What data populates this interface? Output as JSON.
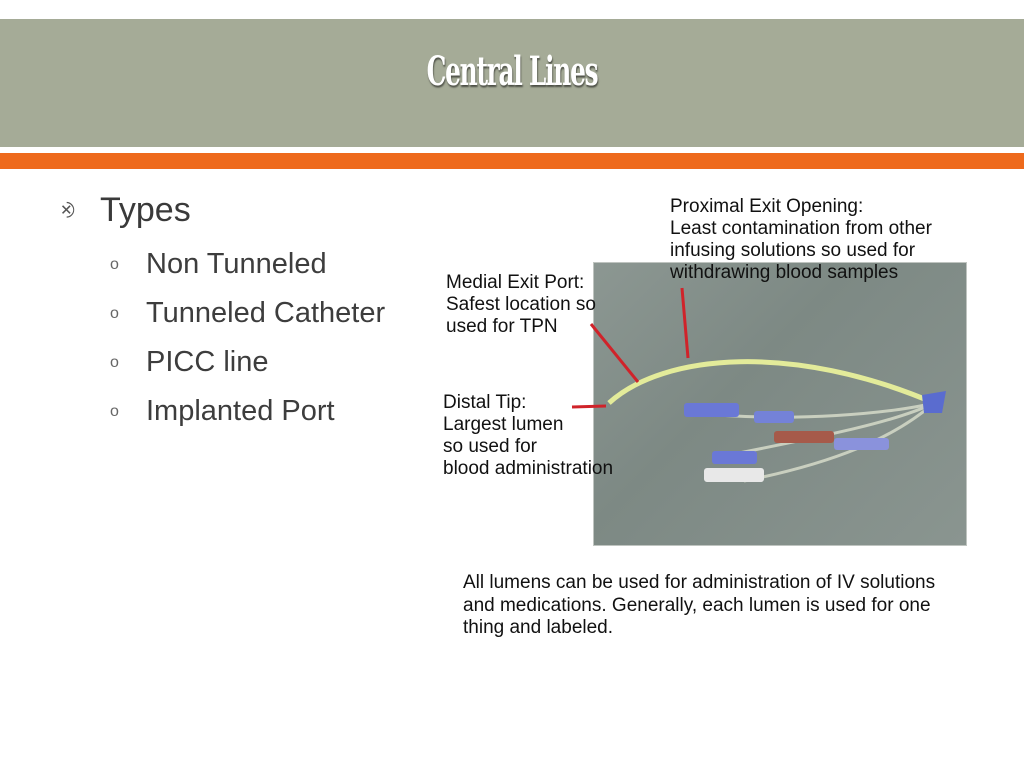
{
  "slide": {
    "title": "Central Lines",
    "bullet": {
      "label": "Types",
      "items": [
        "Non Tunneled",
        "Tunneled Catheter",
        "PICC line",
        "Implanted Port"
      ]
    }
  },
  "figure": {
    "proximal": {
      "heading": "Proximal Exit Opening:",
      "l1": "Least contamination from other",
      "l2": "infusing solutions so used for",
      "l3": "withdrawing blood samples"
    },
    "medial": {
      "heading": "Medial Exit Port:",
      "l1": "Safest location so",
      "l2": "used for TPN"
    },
    "distal": {
      "heading": "Distal Tip:",
      "l1": "Largest lumen",
      "l2": "so used for",
      "l3": "blood administration"
    },
    "caption": {
      "l1": "All lumens can be used for administration of IV solutions",
      "l2": "and medications. Generally, each lumen is used for one",
      "l3": "thing and labeled."
    }
  },
  "colors": {
    "title_band": "#a5ab97",
    "accent_bar": "#ee6a1c",
    "pointer": "#d0232a",
    "catheter": "#e3eb9a"
  },
  "icons": {
    "bullet": "scroll-bullet-icon",
    "sub_bullet": "hollow-circle-icon"
  }
}
